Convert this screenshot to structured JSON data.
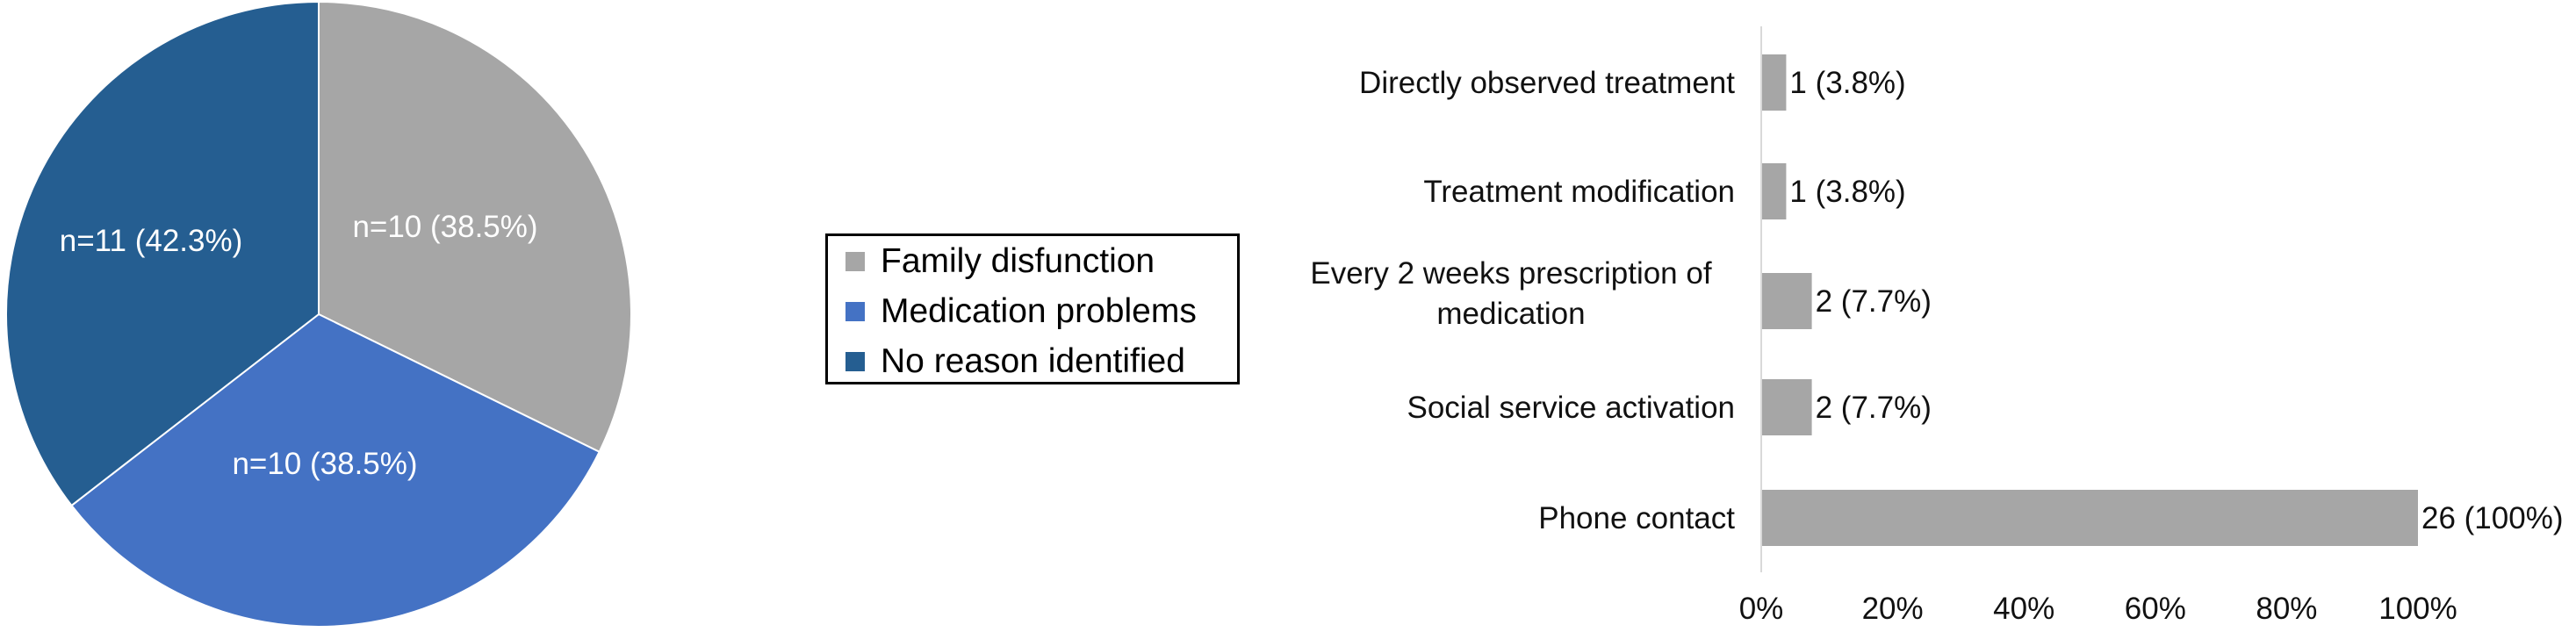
{
  "chart_data": [
    {
      "type": "pie",
      "slices": [
        {
          "label": "Family disfunction",
          "value": 10,
          "percent": 38.5,
          "text": "n=10 (38.5%)",
          "color": "#a6a6a6"
        },
        {
          "label": "Medication problems",
          "value": 10,
          "percent": 38.5,
          "text": "n=10 (38.5%)",
          "color": "#4472c4"
        },
        {
          "label": "No reason identified",
          "value": 11,
          "percent": 42.3,
          "text": "n=11 (42.3%)",
          "color": "#255e91"
        }
      ],
      "legend": {
        "placement": "right",
        "items": [
          "Family disfunction",
          "Medication problems",
          "No reason identified"
        ]
      }
    },
    {
      "type": "bar",
      "orientation": "horizontal",
      "categories": [
        "Directly observed treatment",
        "Treatment modification",
        "Every 2 weeks prescription of medication",
        "Social service activation",
        "Phone contact"
      ],
      "category_lines": [
        [
          "Directly observed treatment"
        ],
        [
          "Treatment modification"
        ],
        [
          "Every 2 weeks prescription of",
          "medication"
        ],
        [
          "Social service activation"
        ],
        [
          "Phone contact"
        ]
      ],
      "values": [
        3.8,
        3.8,
        7.7,
        7.7,
        100
      ],
      "data_labels": [
        "1 (3.8%)",
        "1 (3.8%)",
        "2 (7.7%)",
        "2 (7.7%)",
        "26 (100%)"
      ],
      "xlim": [
        0,
        100
      ],
      "xticks": [
        "0%",
        "20%",
        "40%",
        "60%",
        "80%",
        "100%"
      ],
      "bar_color": "#a6a6a6",
      "grid": false
    }
  ]
}
